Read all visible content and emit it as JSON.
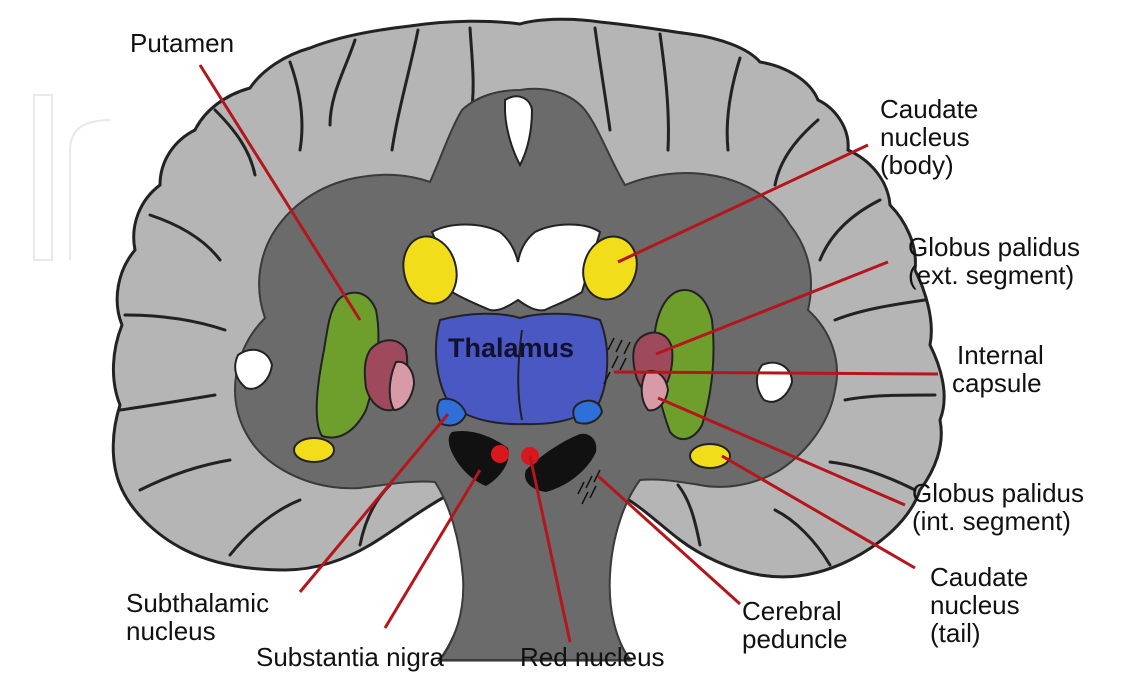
{
  "diagram": {
    "structure_label": "Thalamus",
    "labels": {
      "putamen": [
        "Putamen"
      ],
      "caudate_body": [
        "Caudate",
        "nucleus",
        "(body)"
      ],
      "gp_ext": [
        "Globus palidus",
        "(ext. segment)"
      ],
      "internal_capsule": [
        "Internal",
        "capsule"
      ],
      "gp_int": [
        "Globus palidus",
        "(int. segment)"
      ],
      "caudate_tail": [
        "Caudate",
        "nucleus",
        "(tail)"
      ],
      "cerebral_peduncle": [
        "Cerebral",
        "peduncle"
      ],
      "red_nucleus": [
        "Red nucleus"
      ],
      "substantia_nigra": [
        "Substantia nigra"
      ],
      "subthalamic": [
        "Subthalamic",
        "nucleus"
      ]
    },
    "colors": {
      "cortex": "#b5b5b5",
      "white_matter": "#6b6b6b",
      "outline": "#222222",
      "ventricle": "#ffffff",
      "caudate": "#f2dd1a",
      "putamen": "#6e9e2c",
      "gp_ext": "#9e4a5c",
      "gp_int": "#d89aa6",
      "thalamus": "#4a58c4",
      "subthalamic": "#2f6fd8",
      "substantia_nigra": "#111111",
      "red_nucleus": "#d8181c",
      "leader": "#b4161c"
    }
  }
}
